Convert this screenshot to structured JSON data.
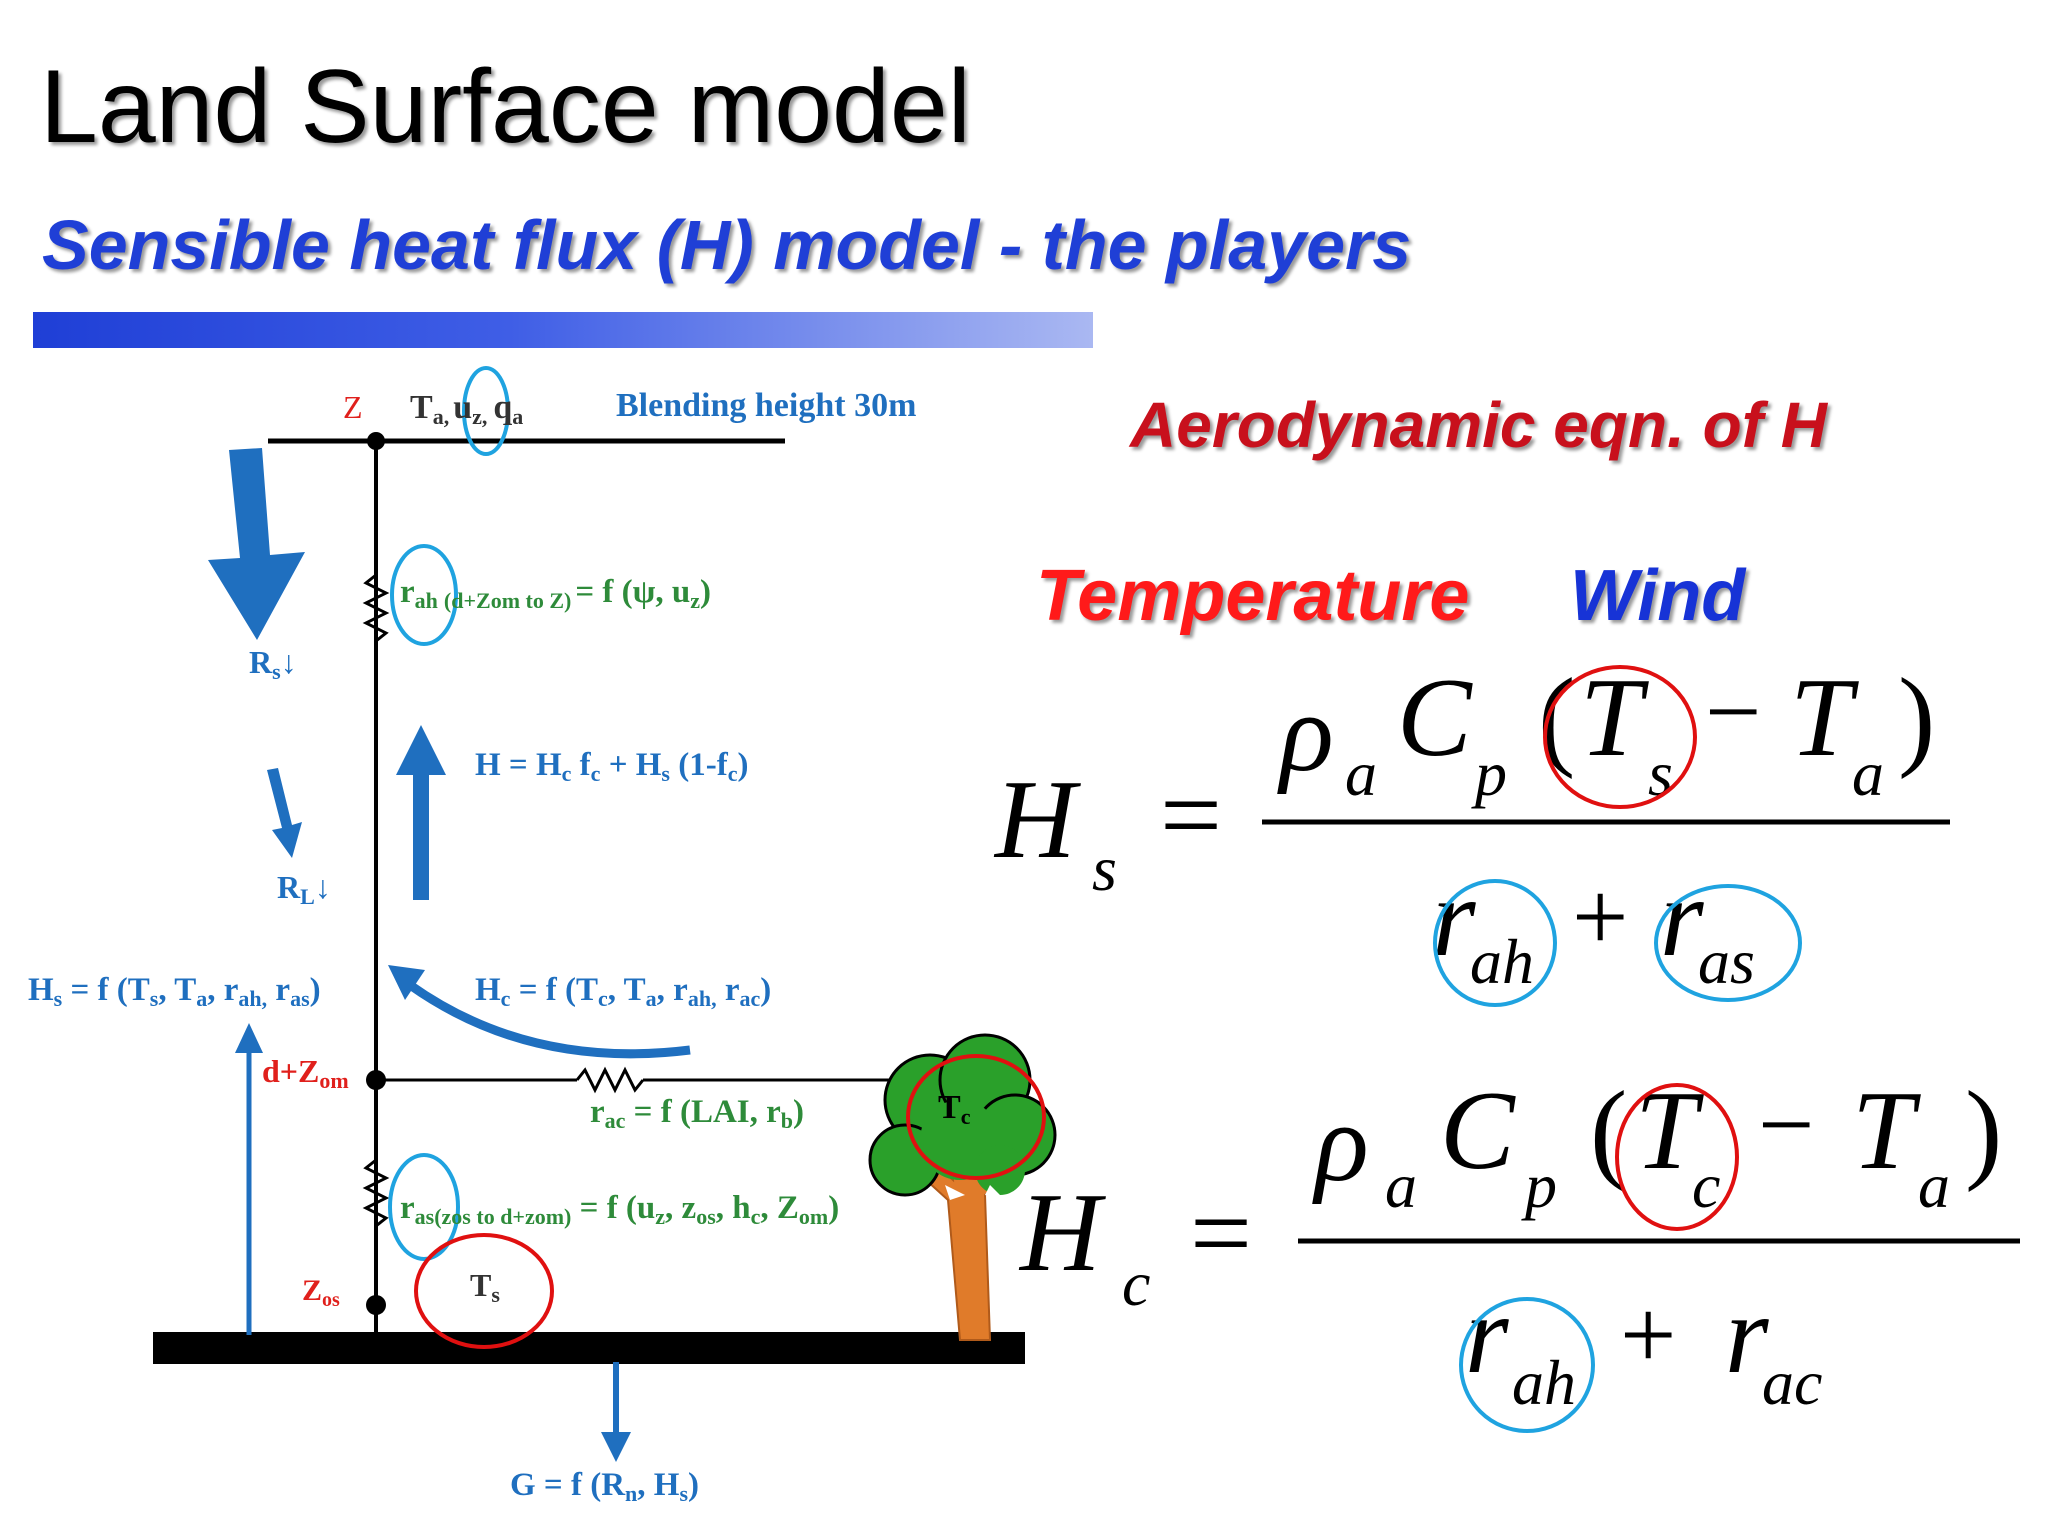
{
  "title": "Land Surface model",
  "subtitle": "Sensible heat flux (H) model - the players",
  "right_panel": {
    "aero_heading": "Aerodynamic eqn. of H",
    "temperature_label": "Temperature",
    "wind_label": "Wind"
  },
  "diagram": {
    "z_label": "Z",
    "top_vars": {
      "ta": "T",
      "ta_sub": "a,",
      "uz": "u",
      "uz_sub": "z,",
      "qa": "q",
      "qa_sub": "a"
    },
    "blending_label": "Blending height 30m",
    "rah_eq": {
      "r": "r",
      "sub": "ah",
      "range": "(d+Z",
      "range_sub": "om to Z)",
      "rhs": "= f (ψ, u",
      "rhs_sub": "z",
      "close": ")"
    },
    "rs_label": {
      "main": "R",
      "sub": "s",
      "arrow": "↓"
    },
    "rl_label": {
      "main": "R",
      "sub": "L",
      "arrow": "↓"
    },
    "h_eq": "H = H",
    "h_eq_parts": [
      "H = H",
      "c",
      " f",
      "c",
      " + H",
      "s",
      " (1-f",
      "c",
      ")"
    ],
    "hs_eq_parts": [
      "H",
      "s",
      " = f (T",
      "s",
      ", T",
      "a",
      ", r",
      "ah,",
      " r",
      "as",
      ")"
    ],
    "hc_eq_parts": [
      "H",
      "c",
      " = f (T",
      "c",
      ", T",
      "a",
      ", r",
      "ah,",
      " r",
      "ac",
      ")"
    ],
    "dzom_label": {
      "main": "d+Z",
      "sub": "om"
    },
    "rac_eq_parts": [
      "r",
      "ac",
      " = f (LAI, r",
      "b",
      ")"
    ],
    "ras_eq_parts": [
      "r",
      "as(zos to d+zom)",
      " = f (u",
      "z",
      ", z",
      "os",
      ", h",
      "c",
      ", Z",
      "om",
      ")"
    ],
    "zos_label": "Z",
    "zos_sub": "os",
    "ts_label": {
      "main": "T",
      "sub": "s"
    },
    "tc_label": {
      "main": "T",
      "sub": "c"
    },
    "g_eq_parts": [
      "G = f (R",
      "n",
      ", H",
      "s",
      ")"
    ]
  },
  "equations": {
    "hs": {
      "lhs": "H",
      "lhs_sub": "s",
      "num": [
        "ρ",
        "a",
        "C",
        "p",
        "(",
        "T",
        "s",
        "−",
        "T",
        "a",
        ")"
      ],
      "den": [
        "r",
        "ah",
        "+",
        "r",
        "as"
      ]
    },
    "hc": {
      "lhs": "H",
      "lhs_sub": "c",
      "num": [
        "ρ",
        "a",
        "C",
        "p",
        "(",
        "T",
        "c",
        "−",
        "T",
        "a",
        ")"
      ],
      "den": [
        "r",
        "ah",
        "+",
        "r",
        "ac"
      ]
    },
    "equals": "="
  },
  "colors": {
    "title": "#000000",
    "subtitle": "#1f3fd6",
    "diagram_blue": "#1f6fbf",
    "diagram_green": "#2e8b3a",
    "diagram_red": "#e0201c",
    "circle_blue": "#1fa3e0",
    "circle_red": "#e01010",
    "tree_green": "#2aa02a",
    "trunk_orange": "#e07b2a"
  }
}
